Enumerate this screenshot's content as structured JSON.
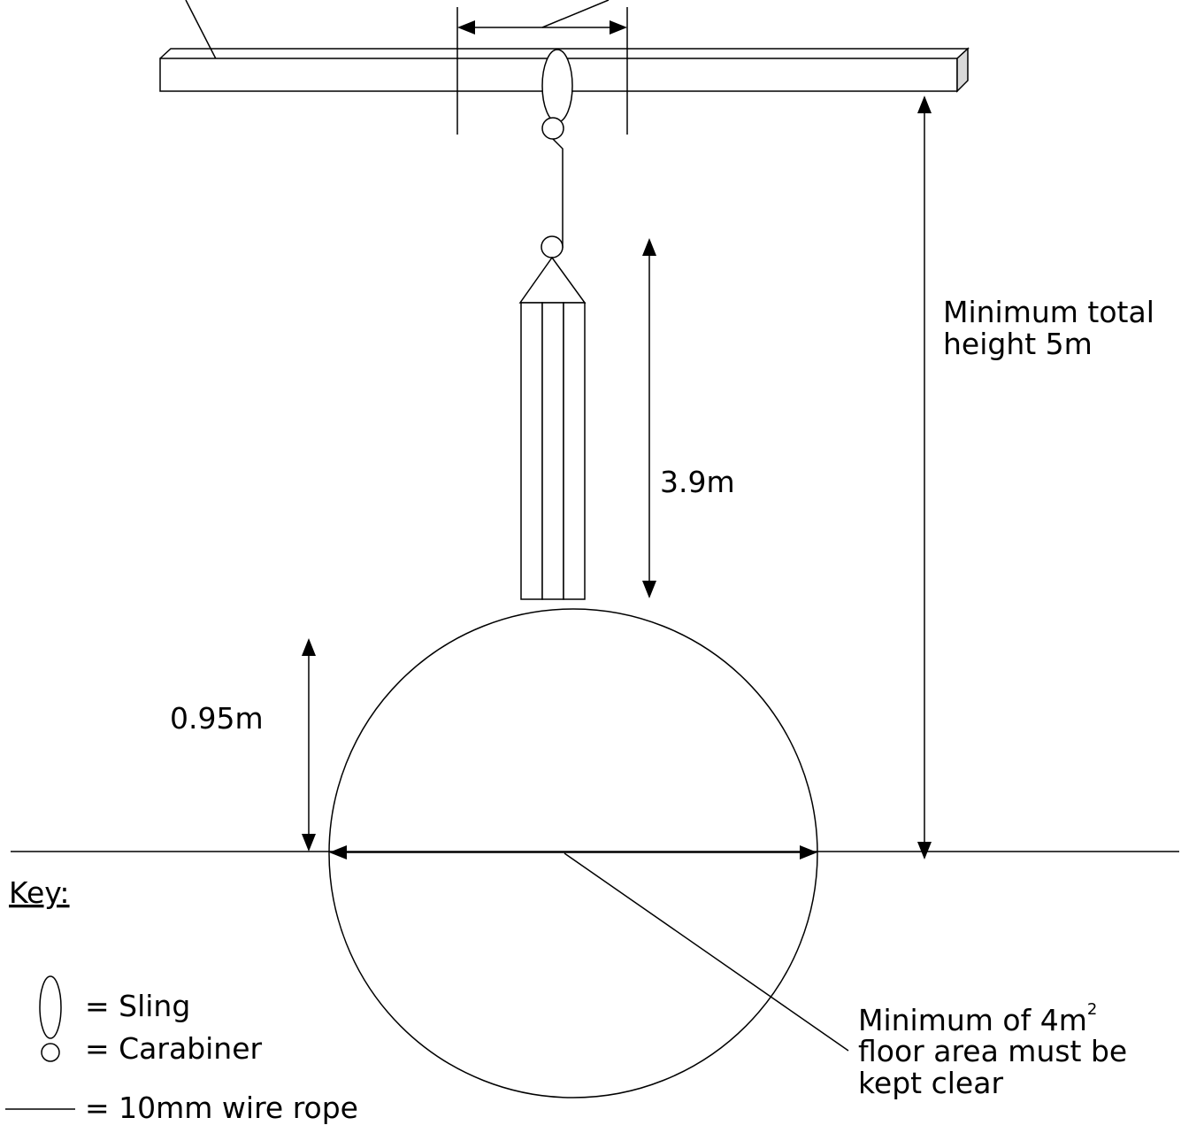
{
  "colors": {
    "line": "#000000",
    "background": "#ffffff",
    "beam_end": "#d9d9d9"
  },
  "labels": {
    "total_height_line1": "Minimum total",
    "total_height_line2": "height 5m",
    "bag_length": "3.9m",
    "bag_clearance": "0.95m",
    "floor_area_line1": "Minimum of 4m",
    "floor_area_sup": "2",
    "floor_area_line2": "floor area must be",
    "floor_area_line3": "kept clear"
  },
  "key": {
    "title": "Key:",
    "sling": "= Sling",
    "carabiner": "= Carabiner",
    "wire_rope": "= 10mm wire rope"
  }
}
